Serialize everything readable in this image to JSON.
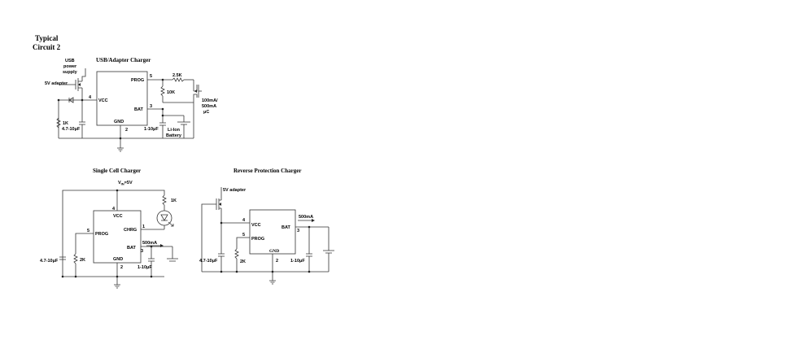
{
  "page": {
    "title_line1": "Typical",
    "title_line2": "Circuit 2"
  },
  "usb": {
    "title": "USB/Adapter Charger",
    "usb_label_1": "USB",
    "usb_label_2": "power",
    "usb_label_3": "supply",
    "adapter": "5V adapter",
    "pin_vcc": "4",
    "vcc": "VCC",
    "prog": "PROG",
    "pin_prog": "5",
    "r_prog": "2.5K",
    "r_10k": "10K",
    "bat": "BAT",
    "pin_bat": "3",
    "gnd": "GND",
    "pin_gnd": "2",
    "r_1k": "1K",
    "cap_in": "4.7-10μF",
    "cap_out": "1-10μF",
    "battery_1": "Li-Ion",
    "battery_2": "Battery",
    "mode_1": "100mA/",
    "mode_2": "500mA",
    "mode_3": "μC"
  },
  "single": {
    "title": "Single Cell Charger",
    "vin_v": "V",
    "vin_sub": "IN",
    "vin_val": "=5V",
    "r_1k": "1K",
    "pin_vcc": "4",
    "vcc": "VCC",
    "pin_chrg": "1",
    "chrg": "CHRG",
    "pin_prog": "5",
    "prog": "PROG",
    "current": "500mA",
    "bat": "BAT",
    "pin_bat": "3",
    "cap_in": "4.7-10μF",
    "r_2k": "2K",
    "gnd": "GND",
    "pin_gnd": "2",
    "cap_out": "1-10μF"
  },
  "reverse": {
    "title": "Reverse Protection Charger",
    "adapter": "5V adapter",
    "current": "500mA",
    "pin_vcc": "4",
    "vcc": "VCC",
    "bat": "BAT",
    "pin_bat": "3",
    "pin_prog": "5",
    "prog": "PROG",
    "gnd": "GND",
    "cap_in": "4.7-10μF",
    "r_2k": "2K",
    "pin_gnd": "2",
    "cap_out": "1-10μF"
  }
}
